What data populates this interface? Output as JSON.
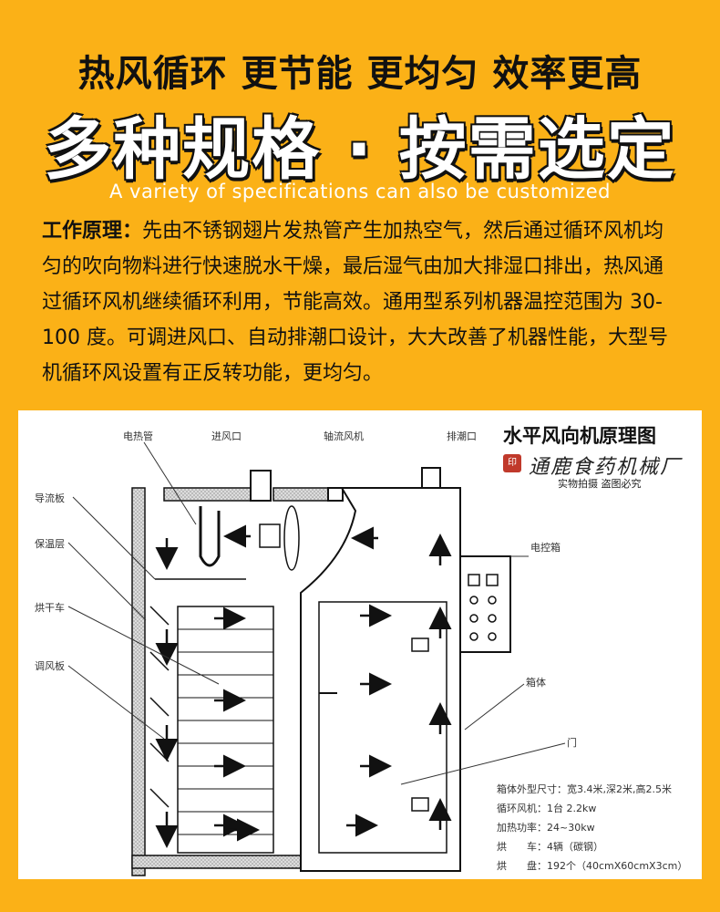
{
  "header": {
    "headline": "热风循环 更节能 更均匀 效率更高",
    "big_title": "多种规格 · 按需选定",
    "subtitle": "A variety of specifications can also be customized"
  },
  "description": {
    "label": "工作原理：",
    "text": "先由不锈钢翅片发热管产生加热空气，然后通过循环风机均匀的吹向物料进行快速脱水干燥，最后湿气由加大排湿口排出，热风通过循环风机继续循环利用，节能高效。通用型系列机器温控范围为 30-100 度。可调进风口、自动排潮口设计，大大改善了机器性能，大型号机循环风设置有正反转功能，更均匀。"
  },
  "diagram": {
    "title": "水平风向机原理图",
    "brand_seal": "印",
    "brand_logo": "通鹿食药机械厂",
    "brand_sub": "实物拍摄 盗图必究",
    "labels": {
      "heater_tube": "电热管",
      "air_inlet": "进风口",
      "axial_fan": "轴流风机",
      "moisture_outlet": "排潮口",
      "deflector": "导流板",
      "insulation": "保温层",
      "drying_cart": "烘干车",
      "damper": "调风板",
      "control_box": "电控箱",
      "cabinet": "箱体",
      "door": "门"
    },
    "specs": [
      "箱体外型尺寸：宽3.4米,深2米,高2.5米",
      "循环风机：1台  2.2kw",
      "加热功率：24~30kw",
      "烘　　车：4辆（碳钢）",
      "烘　　盘：192个（40cmX60cmX3cm）"
    ]
  }
}
